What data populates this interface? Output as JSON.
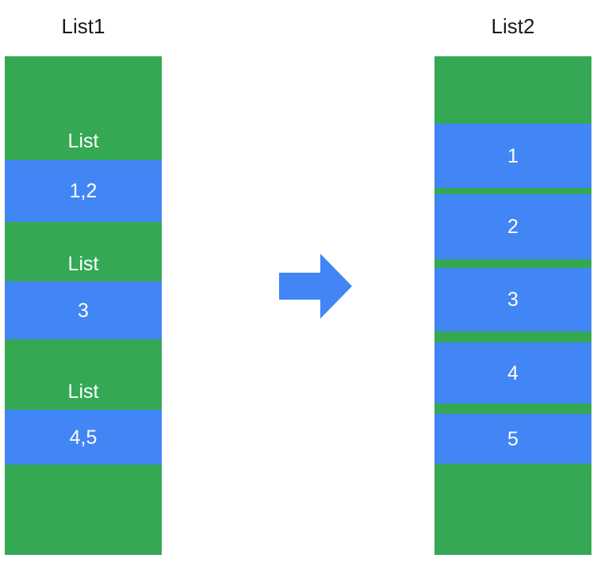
{
  "diagram": {
    "title": "List1 to List2 flattening diagram",
    "colors": {
      "green": "#34a853",
      "blue": "#4285f4",
      "background": "#ffffff",
      "text_on_band": "#ffffff",
      "title_text": "#1a1a1a"
    },
    "arrow": {
      "icon": "arrow-right-icon",
      "direction": "right",
      "color": "#4285f4"
    },
    "columns": [
      {
        "id": "list1",
        "title": "List1",
        "bands": [
          {
            "color": "green",
            "label": "List"
          },
          {
            "color": "blue",
            "label": "1,2"
          },
          {
            "color": "green",
            "label": "List"
          },
          {
            "color": "blue",
            "label": "3"
          },
          {
            "color": "green",
            "label": "List"
          },
          {
            "color": "blue",
            "label": "4,5"
          },
          {
            "color": "green",
            "label": ""
          }
        ]
      },
      {
        "id": "list2",
        "title": "List2",
        "bands": [
          {
            "color": "green",
            "label": ""
          },
          {
            "color": "blue",
            "label": "1"
          },
          {
            "color": "green",
            "label": ""
          },
          {
            "color": "blue",
            "label": "2"
          },
          {
            "color": "green",
            "label": ""
          },
          {
            "color": "blue",
            "label": "3"
          },
          {
            "color": "green",
            "label": ""
          },
          {
            "color": "blue",
            "label": "4"
          },
          {
            "color": "green",
            "label": ""
          },
          {
            "color": "blue",
            "label": "5"
          },
          {
            "color": "green",
            "label": ""
          }
        ]
      }
    ]
  }
}
